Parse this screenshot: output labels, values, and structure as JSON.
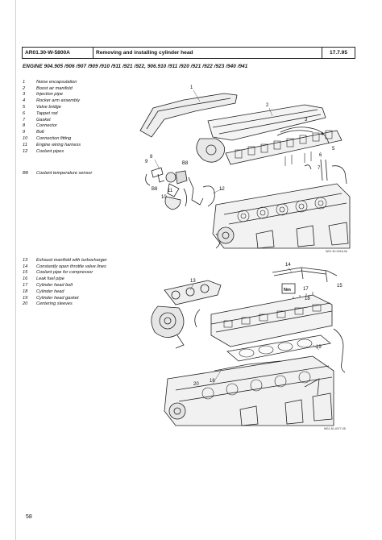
{
  "header": {
    "doc_code": "AR01.30-W-5800A",
    "title": "Removing and installing cylinder head",
    "date": "17.7.95"
  },
  "engine_line": "ENGINE 904.905 /906 /907 /909 /910 /911 /921 /922, 906.910 /911 /920 /921 /922 /923 /940 /941",
  "legend_top": [
    {
      "num": "1",
      "label": "Noise encapsulation"
    },
    {
      "num": "2",
      "label": "Boost air manifold"
    },
    {
      "num": "3",
      "label": "Injection pipe"
    },
    {
      "num": "4",
      "label": "Rocker arm assembly"
    },
    {
      "num": "5",
      "label": "Valve bridge"
    },
    {
      "num": "6",
      "label": "Tappet rod"
    },
    {
      "num": "7",
      "label": "Gasket"
    },
    {
      "num": "8",
      "label": "Connector"
    },
    {
      "num": "9",
      "label": "Bolt"
    },
    {
      "num": "10",
      "label": "Connection fitting"
    },
    {
      "num": "11",
      "label": "Engine wiring harness"
    },
    {
      "num": "12",
      "label": "Coolant pipes"
    }
  ],
  "legend_b8": {
    "num": "B8",
    "label": "Coolant temperature sensor"
  },
  "legend_bottom": [
    {
      "num": "13",
      "label": "Exhaust manifold with turbocharger"
    },
    {
      "num": "14",
      "label": "Constantly open throttle valve lines"
    },
    {
      "num": "15",
      "label": "Coolant pipe for compressor"
    },
    {
      "num": "16",
      "label": "Leak fuel pipe"
    },
    {
      "num": "17",
      "label": "Cylinder head bolt"
    },
    {
      "num": "18",
      "label": "Cylinder head"
    },
    {
      "num": "19",
      "label": "Cylinder head gasket"
    },
    {
      "num": "20",
      "label": "Centering sleeves"
    }
  ],
  "figure_top": {
    "callouts": {
      "c1": "1",
      "c2": "2",
      "c3": "3",
      "c4": "4",
      "c5": "5",
      "c6": "6",
      "c7": "7",
      "c8": "8",
      "c9": "9",
      "c10": "10",
      "c11": "11",
      "c12": "12",
      "cb8a": "B8",
      "cb8b": "B8"
    },
    "code": "W01.30-0016-06"
  },
  "figure_bottom": {
    "callouts": {
      "c13": "13",
      "c14": "14",
      "c15": "15",
      "c16": "16",
      "c17": "17",
      "c18": "18",
      "c19": "19",
      "c20": "20",
      "cnm": "Nm"
    },
    "code": "W01.30-4077-05"
  },
  "page_number": "58"
}
